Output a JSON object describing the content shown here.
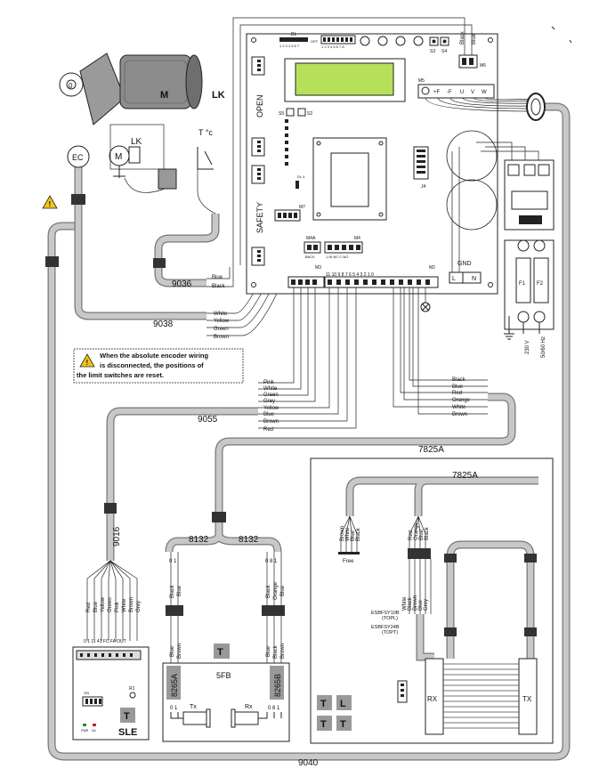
{
  "board": {
    "dl_label": "DL",
    "dl_numbers": "1 2 3 4 5 6 7",
    "sw_numbers": "1 2 3 4 5 6 7 8",
    "off_label": "OFF",
    "s3": "S3",
    "s4": "S4",
    "s5": "S5",
    "s2": "S2",
    "open": "OPEN",
    "safety": "SAFETY",
    "m7": "M7",
    "m4a": "M4A",
    "m4a_sub": "BACK",
    "m4": "M4",
    "m4_sub": "1 IN NC C NO",
    "m3": "M3",
    "m2": "M2",
    "m5": "M5",
    "m6": "M6",
    "j4": "J4",
    "dl_small": "DL 4",
    "terminal_numbers": "11 10 9 8 7 6 5 4 3 2 1 0",
    "m5_terminals": [
      "+F",
      "-F",
      "U",
      "V",
      "W"
    ],
    "m6_wires": [
      "Black",
      "Blue"
    ],
    "gnd": "GND",
    "l": "L",
    "n": "N",
    "f1": "F1",
    "f2": "F2",
    "v230": "230 V",
    "hz": "50/60 Hz"
  },
  "motor": {
    "m": "M",
    "lk": "LK",
    "small_m": "M",
    "small_lk": "LK",
    "temp": "T °c",
    "ec": "EC",
    "zero": "0"
  },
  "cables": {
    "c9036": "9036",
    "c9038": "9038",
    "c9055": "9055",
    "c7825a": "7825A",
    "c7825a_b": "7825A",
    "c9016": "9016",
    "c8132a": "8132",
    "c8132b": "8132",
    "c9040": "9040"
  },
  "wires": {
    "w9036": [
      "Blue",
      "Black"
    ],
    "w9038": [
      "White",
      "Yellow",
      "Green",
      "Brown"
    ],
    "w9055": [
      "Pink",
      "White",
      "Green",
      "Grey",
      "Yellow",
      "Blue",
      "Brown",
      "Red"
    ],
    "w7825": [
      "Black",
      "Blue",
      "Red",
      "Orange",
      "White",
      "Brown"
    ],
    "sle": [
      "Red",
      "Blue",
      "Yellow",
      "Green",
      "Pink",
      "White",
      "Brown",
      "Grey"
    ],
    "sle_terms": "0 1 11 41 FC FA OUT",
    "sle_left": [
      "Black",
      "Blue"
    ],
    "sle_right": [
      "Black",
      "Orange",
      "Blue"
    ],
    "sle_bottom_left": [
      "Blue",
      "Brown"
    ],
    "sle_bottom_right": [
      "Blue",
      "Black",
      "Brown"
    ],
    "free_wires": [
      "Brown",
      "White",
      "Blue",
      "Black"
    ],
    "free": "Free",
    "esb_top": [
      "Red",
      "Orange",
      "Blue",
      "Black"
    ],
    "esb_bottom": [
      "White",
      "Black",
      "Brown",
      "Blue",
      "Grey"
    ]
  },
  "warning": {
    "line1": "When the absolute encoder wiring",
    "line2": "is disconnected, the positions of",
    "line3": "the limit switches are reset."
  },
  "sle": {
    "label": "SLE",
    "t": "T",
    "on": "ON",
    "r1": "R1",
    "pwr": "PWR",
    "sa": "SA"
  },
  "fivefb": {
    "label": "5FB",
    "t": "T",
    "left_id": "8265A",
    "right_id": "8265B",
    "tx": "Tx",
    "rx": "Rx",
    "left_top_terms": "0 1",
    "right_top_terms": "0 8 1",
    "left_bottom_terms": "0 1",
    "right_bottom_terms": "0 8 1"
  },
  "esb": {
    "model1": "ESBFSY10B",
    "model1_sub": "(TOPL)",
    "model2": "ESBFSY24B",
    "model2_sub": "(TOPT)",
    "rx": "RX",
    "tx": "TX",
    "icons": [
      "T",
      "L",
      "T",
      "T"
    ]
  }
}
